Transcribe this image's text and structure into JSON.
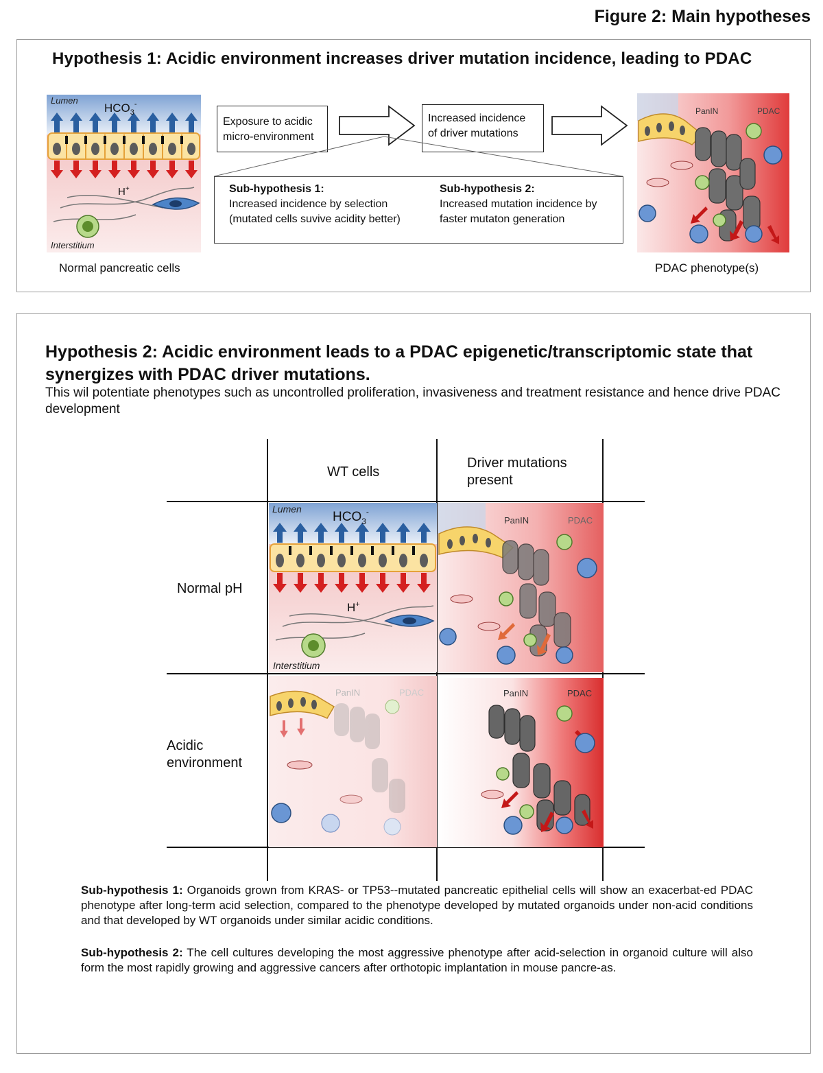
{
  "figure_title": "Figure 2: Main hypotheses",
  "hyp1": {
    "title": "Hypothesis 1: Acidic environment increases driver mutation incidence, leading to PDAC",
    "flow_box1": "Exposure to acidic micro-environment",
    "flow_box2": "Increased incidence of driver mutations",
    "sub1_title": "Sub-hypothesis 1:",
    "sub1_text": "Increased incidence by selection (mutated cells suvive acidity better)",
    "sub2_title": "Sub-hypothesis 2:",
    "sub2_text": "Increased mutation  incidence by faster mutaton generation",
    "left_caption": "Normal pancreatic cells",
    "right_caption": "PDAC phenotype(s)"
  },
  "normal_img": {
    "lumen": "Lumen",
    "hco3": "HCO",
    "hco3_sub": "3",
    "hco3_sup": "-",
    "h": "H",
    "h_sup": "+",
    "interstitium": "Interstitium"
  },
  "pdac_img": {
    "panin": "PanIN",
    "pdac": "PDAC"
  },
  "hyp2": {
    "title": "Hypothesis 2: Acidic environment leads to a PDAC epigenetic/transcriptomic state that synergizes with PDAC driver mutations.",
    "desc": "This wil  potentiate phenotypes such as uncontrolled proliferation, invasiveness and treatment resistance and hence drive PDAC development",
    "col_wt": "WT cells",
    "col_driver": "Driver mutations present",
    "row_normal": "Normal pH",
    "row_acidic": "Acidic environment",
    "sub1_title": "Sub-hypothesis 1:",
    "sub1_text": " Organoids grown from KRAS- or TP53--mutated pancreatic epithelial cells will show an exacerbat-ed PDAC phenotype after long-term acid selection, compared to the phenotype developed by mutated organoids under non-acid conditions and that developed by WT organoids under similar acidic conditions.",
    "sub2_title": "Sub-hypothesis 2:",
    "sub2_text": " The cell cultures developing the most aggressive phenotype after acid-selection in organoid culture will also form the most rapidly growing and aggressive cancers after orthotopic implantation in mouse pancre-as."
  },
  "colors": {
    "arrow_blue": "#2a5fa0",
    "arrow_red": "#d42020",
    "cell_yellow": "#f7d46b",
    "tumor_gray": "#6e6e6e",
    "stroma_pink": "#f7dede"
  }
}
